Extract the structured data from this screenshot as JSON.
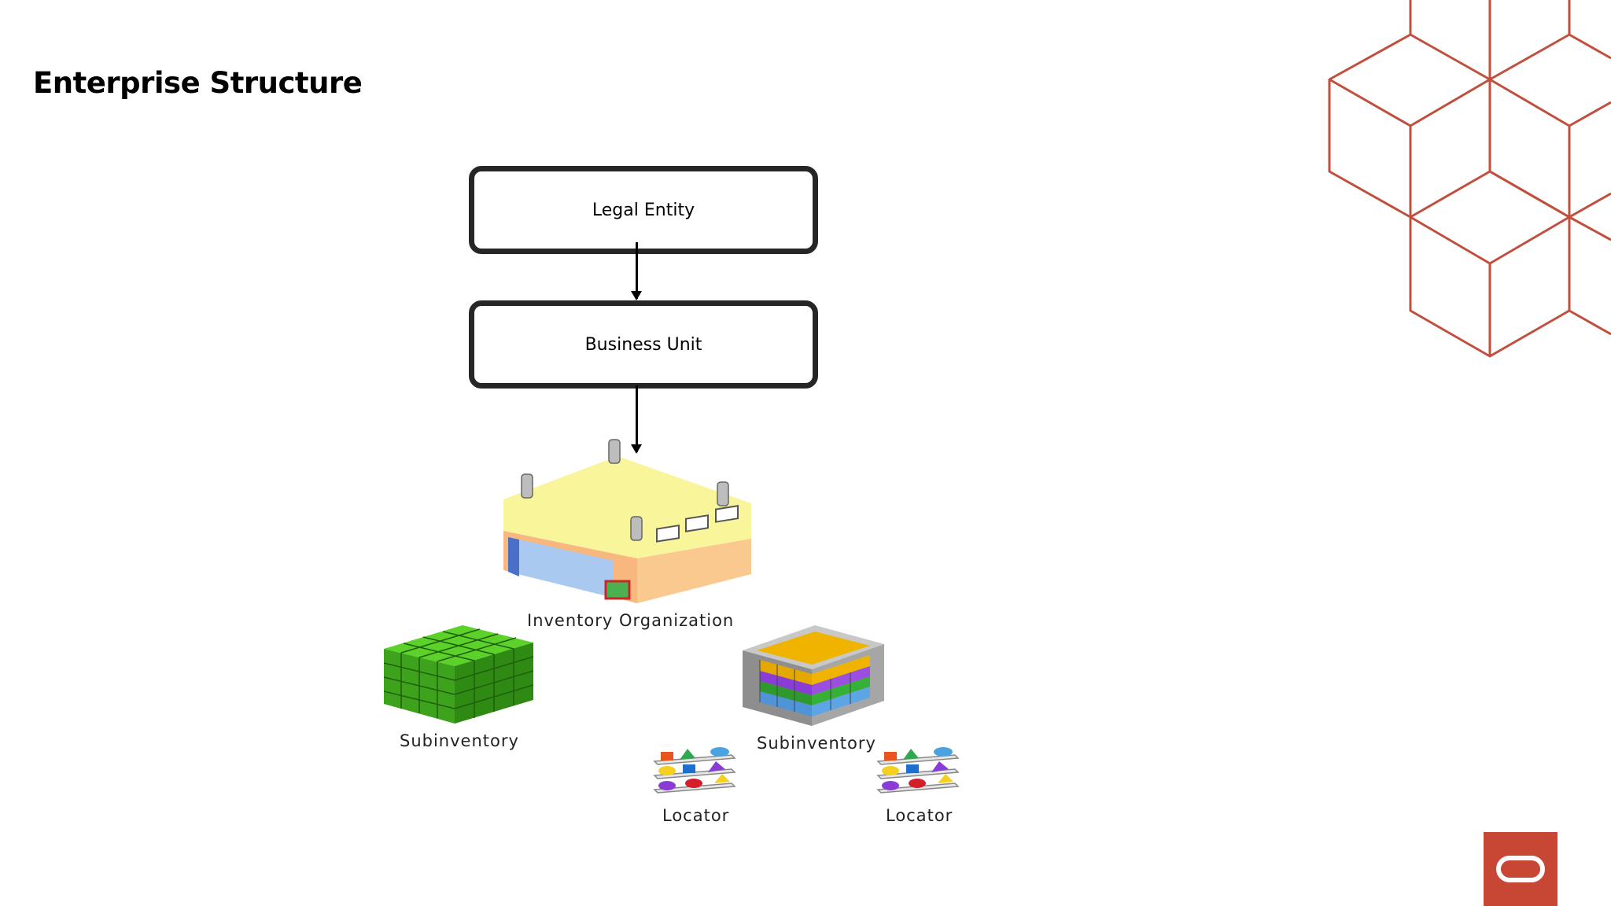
{
  "slide": {
    "title": "Enterprise Structure"
  },
  "diagram": {
    "legal_entity": "Legal Entity",
    "business_unit": "Business Unit",
    "inventory_org": "Inventory Organization",
    "subinventory_left": "Subinventory",
    "subinventory_right": "Subinventory",
    "locator_left": "Locator",
    "locator_right": "Locator"
  },
  "icons": {
    "warehouse": "warehouse-icon",
    "subinventory_green": "green-cube-stack-icon",
    "subinventory_multi": "multicolor-cube-stack-icon",
    "locator": "locator-shelf-icon",
    "decoration": "hexagon-cube-pattern",
    "logo": "oracle-logo-icon"
  },
  "colors": {
    "accent": "#c74634",
    "box_border": "#262626"
  }
}
